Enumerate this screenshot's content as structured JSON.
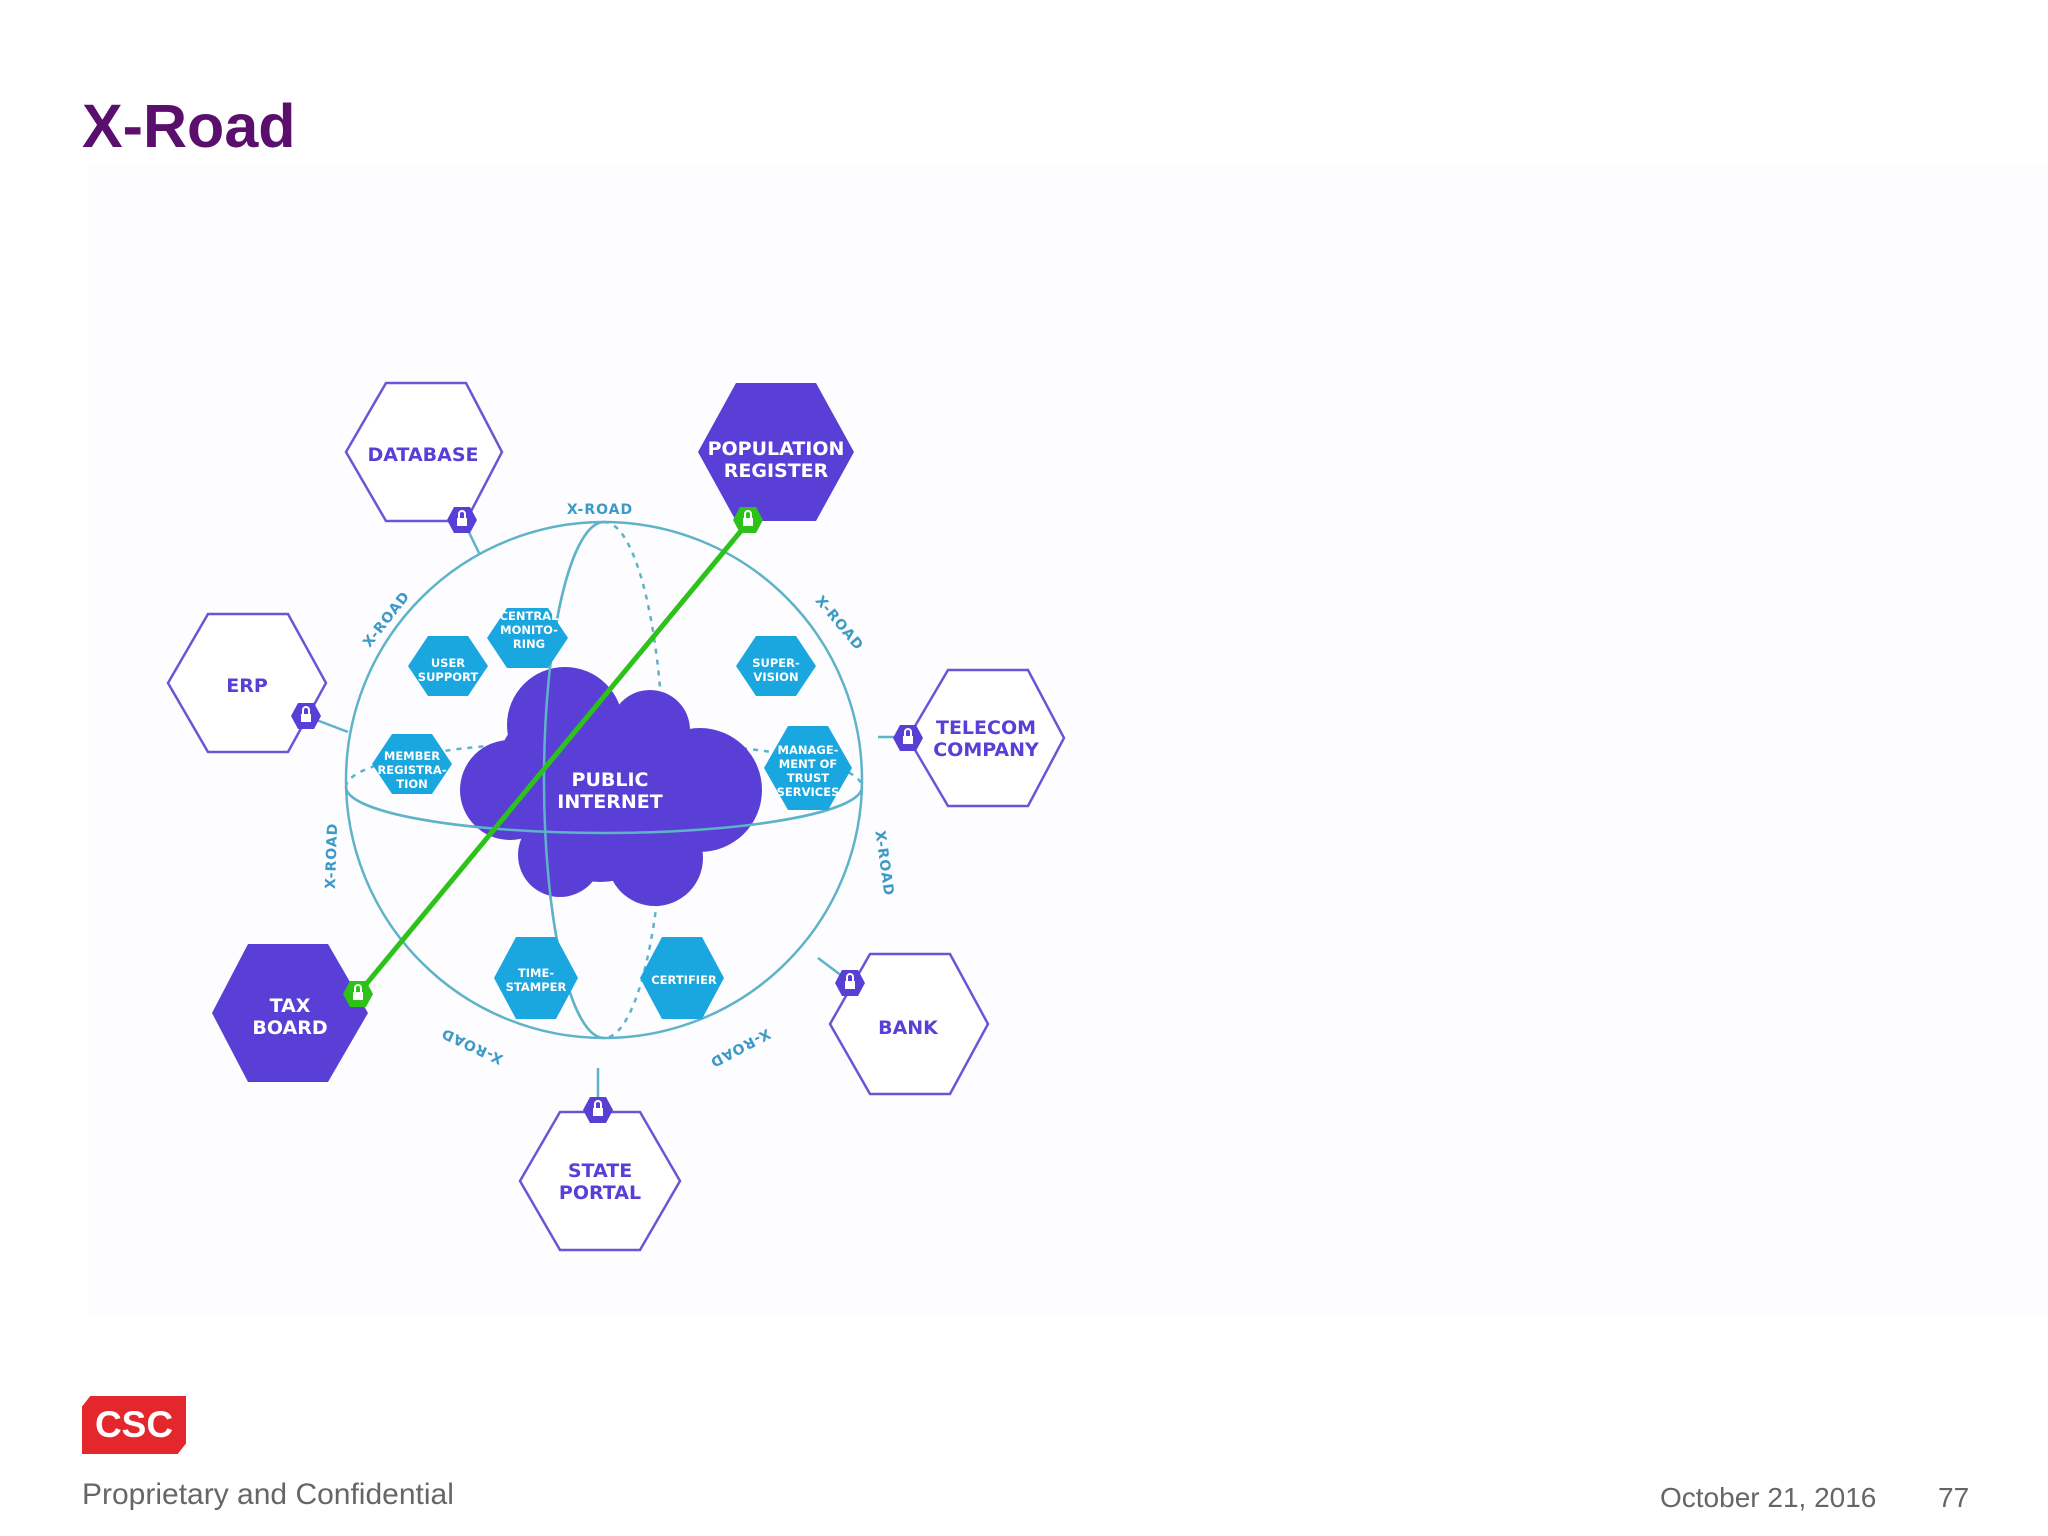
{
  "slide": {
    "title": "X-Road",
    "footer_text": "Proprietary and Confidential",
    "date": "October 21, 2016",
    "page_number": "77",
    "logo_text": "CSC"
  },
  "diagram": {
    "center": {
      "lines": [
        "PUBLIC",
        "INTERNET"
      ]
    },
    "outer_nodes": [
      {
        "id": "database",
        "lines": [
          "DATABASE"
        ],
        "style": "outline"
      },
      {
        "id": "population-register",
        "lines": [
          "POPULATION",
          "REGISTER"
        ],
        "style": "filled"
      },
      {
        "id": "erp",
        "lines": [
          "ERP"
        ],
        "style": "outline"
      },
      {
        "id": "telecom-company",
        "lines": [
          "TELECOM",
          "COMPANY"
        ],
        "style": "outline"
      },
      {
        "id": "tax-board",
        "lines": [
          "TAX",
          "BOARD"
        ],
        "style": "filled"
      },
      {
        "id": "bank",
        "lines": [
          "BANK"
        ],
        "style": "outline"
      },
      {
        "id": "state-portal",
        "lines": [
          "STATE",
          "PORTAL"
        ],
        "style": "outline"
      }
    ],
    "inner_nodes": [
      {
        "id": "central-monitoring",
        "lines": [
          "CENTRAL",
          "MONITO-",
          "RING"
        ]
      },
      {
        "id": "user-support",
        "lines": [
          "USER",
          "SUPPORT"
        ]
      },
      {
        "id": "member-registration",
        "lines": [
          "MEMBER",
          "REGISTRA-",
          "TION"
        ]
      },
      {
        "id": "supervision",
        "lines": [
          "SUPER-",
          "VISION"
        ]
      },
      {
        "id": "management-of-trust-services",
        "lines": [
          "MANAGE-",
          "MENT OF",
          "TRUST",
          "SERVICES"
        ]
      },
      {
        "id": "time-stamper",
        "lines": [
          "TIME-",
          "STAMPER"
        ]
      },
      {
        "id": "certifier",
        "lines": [
          "CERTIFIER"
        ]
      }
    ],
    "ring_label": "X-ROAD",
    "colors": {
      "title": "#5b0f6d",
      "purple": "#5a3fd6",
      "cyan": "#1aa6de",
      "ring": "#5fb3c9",
      "link": "#2cc21a",
      "logo": "#e4262d"
    }
  }
}
